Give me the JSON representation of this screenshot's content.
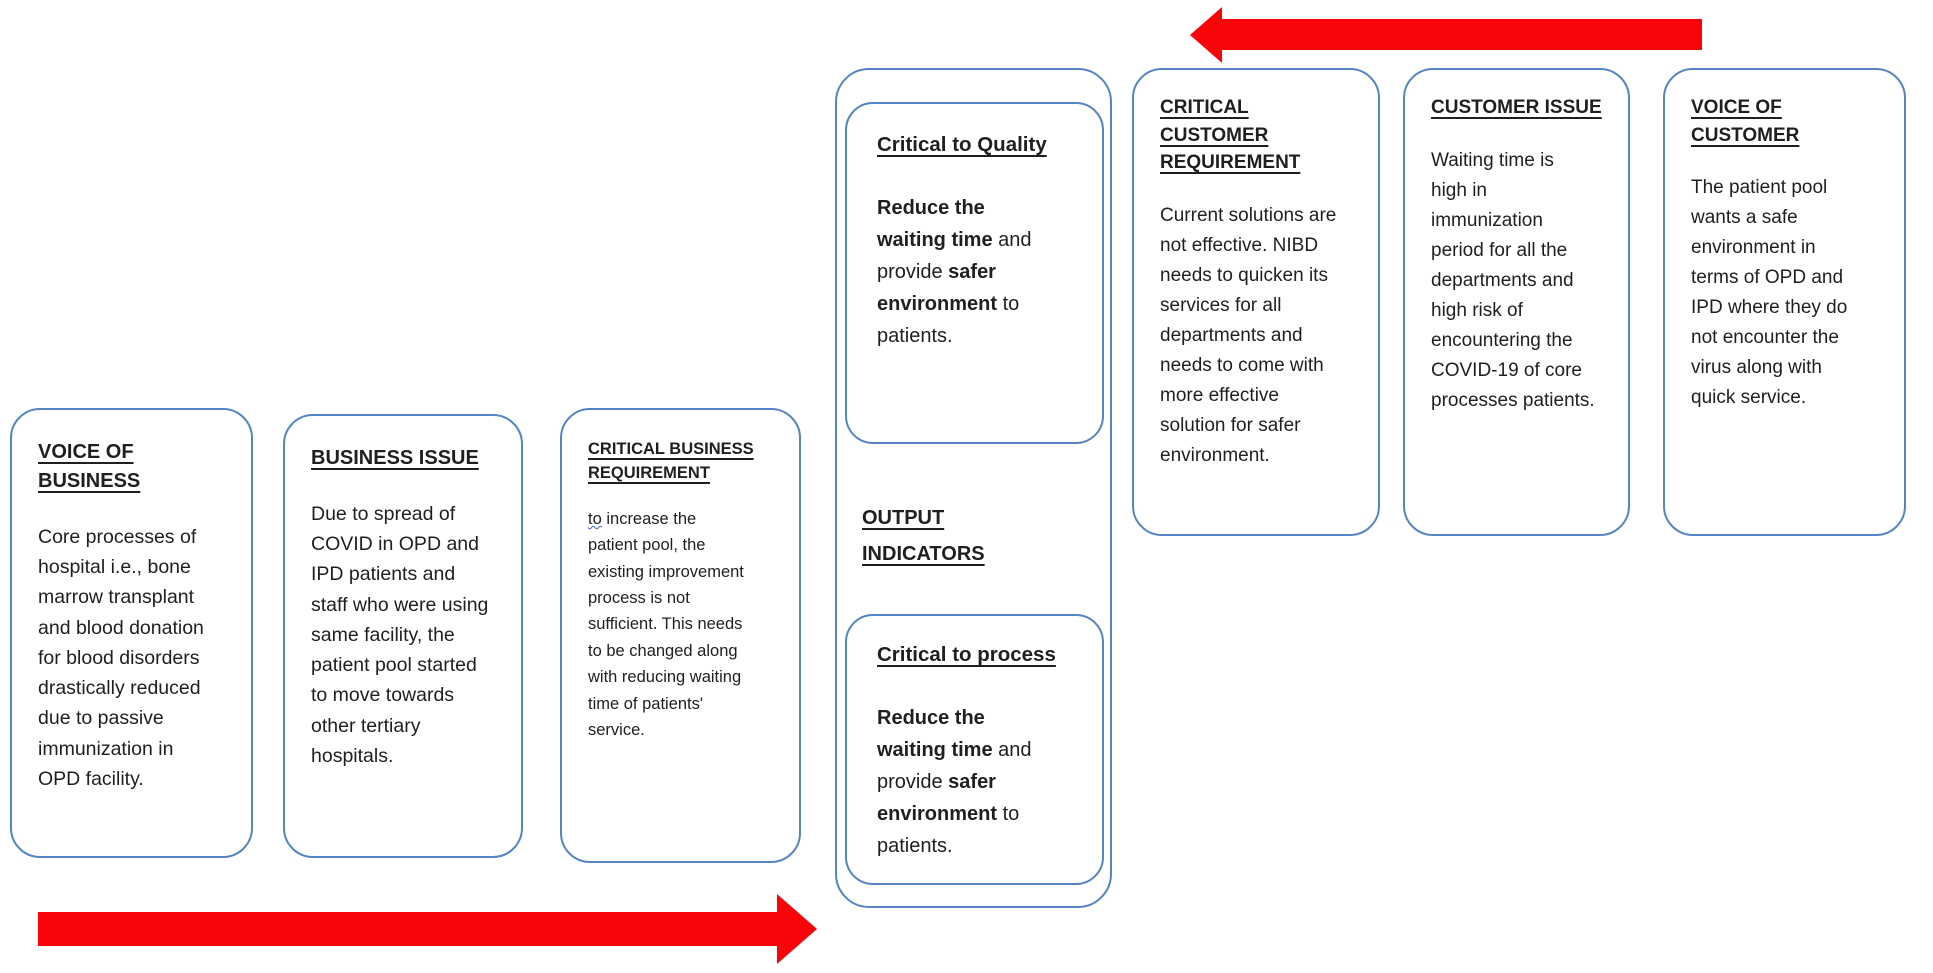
{
  "colors": {
    "box_border": "#5585C2",
    "text": "#1f1f1f",
    "arrow_red": "#F8050A",
    "grammar_underline": "#3b5bdc"
  },
  "left_flow": {
    "voice_of_business": {
      "title": "VOICE OF BUSINESS",
      "body": "Core processes of hospital i.e., bone marrow transplant and blood donation for blood disorders drastically reduced due to passive immunization in OPD facility."
    },
    "business_issue": {
      "title": "BUSINESS ISSUE",
      "body": "Due to spread of COVID in OPD and IPD patients and staff who were using same facility, the patient pool started to move towards other tertiary hospitals."
    },
    "critical_business_requirement": {
      "title": "CRITICAL BUSINESS REQUIREMENT",
      "body_lead": "to",
      "body_rest": " increase the patient pool, the existing improvement process is not sufficient. This needs to be changed along with reducing waiting time of patients' service."
    }
  },
  "middle_column": {
    "critical_to_quality": {
      "title": "Critical to Quality",
      "segments": [
        {
          "text": "Reduce the waiting time",
          "bold": true
        },
        {
          "text": " and provide ",
          "bold": false
        },
        {
          "text": "safer environment",
          "bold": true
        },
        {
          "text": " to patients.",
          "bold": false
        }
      ]
    },
    "output_indicators_label": "OUTPUT INDICATORS",
    "critical_to_process": {
      "title": "Critical to process",
      "segments": [
        {
          "text": "Reduce the waiting time",
          "bold": true
        },
        {
          "text": " and provide ",
          "bold": false
        },
        {
          "text": "safer environment",
          "bold": true
        },
        {
          "text": " to patients.",
          "bold": false
        }
      ]
    }
  },
  "right_flow": {
    "critical_customer_requirement": {
      "title": "CRITICAL CUSTOMER REQUIREMENT",
      "body": "Current solutions are not effective. NIBD needs to quicken its services for all departments and needs to come with more effective solution for safer environment."
    },
    "customer_issue": {
      "title": "CUSTOMER ISSUE",
      "body": "Waiting time is high in immunization period for all the departments and high risk of encountering the COVID-19 of core processes patients."
    },
    "voice_of_customer": {
      "title": "VOICE OF CUSTOMER",
      "body": "The patient pool wants a safe environment in terms of OPD and IPD where they do not encounter the virus along with quick service."
    }
  },
  "arrows": {
    "top": {
      "direction": "left"
    },
    "bottom": {
      "direction": "right"
    }
  }
}
